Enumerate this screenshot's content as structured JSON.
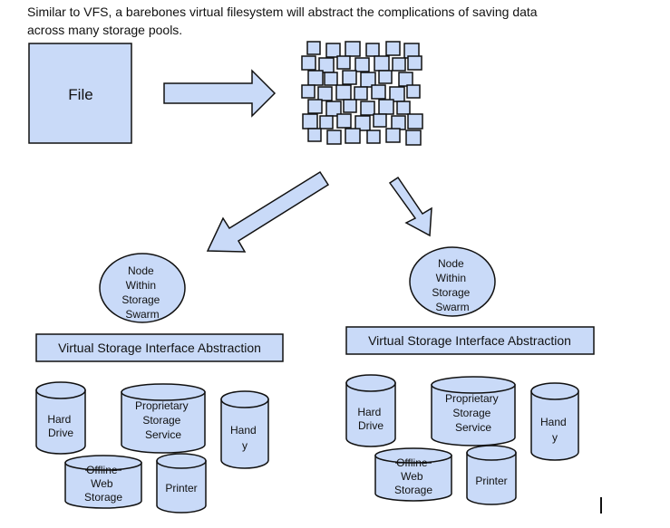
{
  "intro": {
    "line1": "Similar to VFS, a barebones virtual filesystem will abstract the complications of saving data",
    "line2": "across many storage pools."
  },
  "diagram": {
    "file_label": "File",
    "colors": {
      "fill": "#c9daf8",
      "stroke": "#111111",
      "background": "#ffffff"
    },
    "left_stack": {
      "node_lines": [
        "Node",
        "Within",
        "Storage",
        "Swarm"
      ],
      "abstraction_label": "Virtual Storage Interface Abstraction",
      "hard_drive_lines": [
        "Hard",
        "Drive"
      ],
      "proprietary_lines": [
        "Proprietary",
        "Storage",
        "Service"
      ],
      "handy_lines": [
        "Hand",
        "y"
      ],
      "offline_lines": [
        "Offline",
        "Web",
        "Storage"
      ],
      "printer_label": "Printer"
    },
    "right_stack": {
      "node_lines": [
        "Node",
        "Within",
        "Storage",
        "Swarm"
      ],
      "abstraction_label": "Virtual Storage Interface Abstraction",
      "hard_drive_lines": [
        "Hard",
        "Drive"
      ],
      "proprietary_lines": [
        "Proprietary",
        "Storage",
        "Service"
      ],
      "handy_lines": [
        "Hand",
        "y"
      ],
      "offline_lines": [
        "Offline",
        "Web",
        "Storage"
      ],
      "printer_label": "Printer"
    }
  }
}
